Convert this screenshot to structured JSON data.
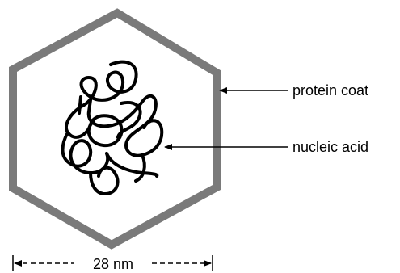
{
  "labels": {
    "protein_coat": "protein coat",
    "nucleic_acid": "nucleic acid",
    "scale": "28 nm"
  },
  "colors": {
    "coat": "#7a7a7a",
    "strand": "#000000",
    "text": "#000000"
  }
}
